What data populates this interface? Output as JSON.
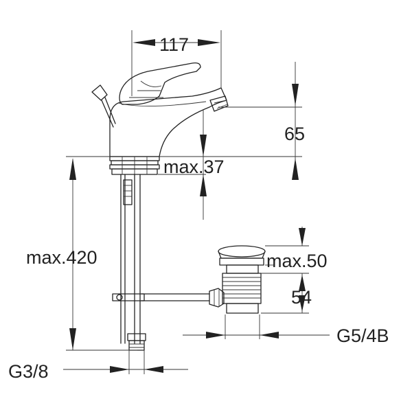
{
  "drawing": {
    "dimensions": {
      "width_top": "117",
      "height_spout": "65",
      "max_deck": "max.37",
      "max_length": "max.420",
      "max_drain": "max.50",
      "drain_height": "54",
      "thread_drain": "G5/4B",
      "thread_supply": "G3/8"
    },
    "colors": {
      "line": "#222222",
      "background": "#ffffff"
    }
  }
}
